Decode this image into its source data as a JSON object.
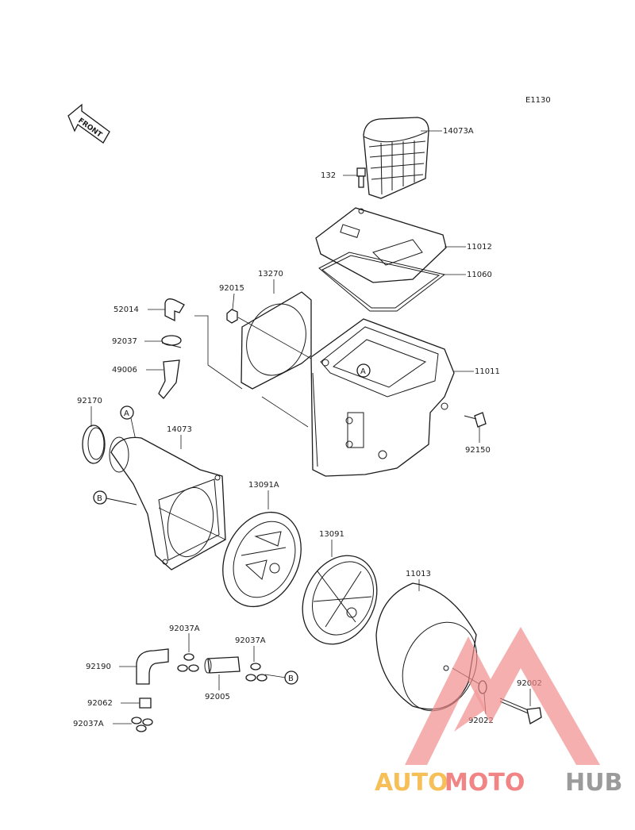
{
  "diagram_code": "E1130",
  "front_label": "FRONT",
  "circle_markers": [
    "A",
    "B"
  ],
  "parts": {
    "p14073A": "14073A",
    "p132": "132",
    "p11012": "11012",
    "p11060": "11060",
    "p13270": "13270",
    "p92015": "92015",
    "p52014": "52014",
    "p92037": "92037",
    "p49006": "49006",
    "p11011": "11011",
    "p92170": "92170",
    "p14073": "14073",
    "p92150": "92150",
    "p13091A": "13091A",
    "p13091": "13091",
    "p11013": "11013",
    "p92037A_1": "92037A",
    "p92037A_2": "92037A",
    "p92190": "92190",
    "p92005": "92005",
    "p92062": "92062",
    "p92037A_3": "92037A",
    "p92002": "92002",
    "p92022": "92022"
  },
  "watermark": {
    "part1": "AUTO",
    "part2": "MOTO",
    "part3": "HUB",
    "colors": {
      "auto": "#f5b43c",
      "moto": "#ef6f6f",
      "hub": "#8a8a8a",
      "triangle": "#f08a8a"
    }
  }
}
